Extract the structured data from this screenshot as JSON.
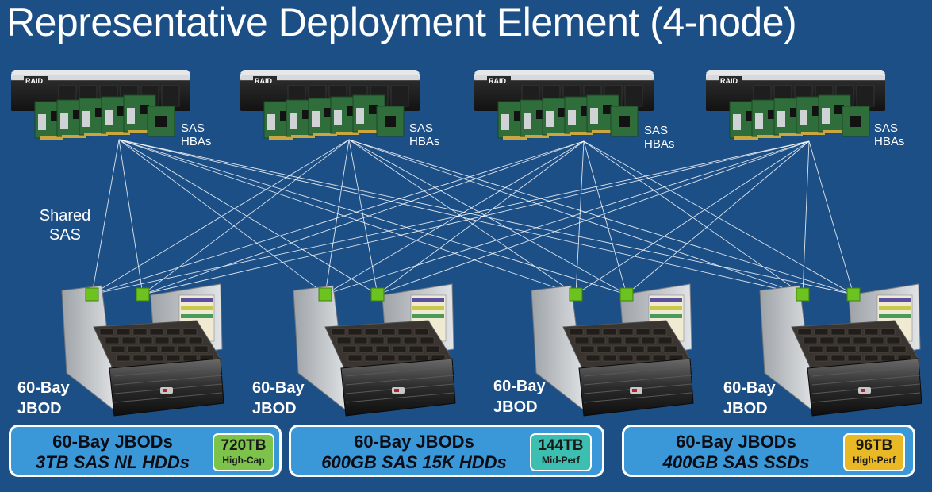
{
  "slide": {
    "title": "Representative Deployment Element (4-node)",
    "shared_label": [
      "Shared",
      "SAS"
    ],
    "hba_label": [
      "SAS",
      "HBAs"
    ],
    "jbod_label": [
      "60-Bay",
      "JBOD"
    ]
  },
  "servers": [
    {
      "brand": "RAID"
    },
    {
      "brand": "RAID"
    },
    {
      "brand": "RAID"
    },
    {
      "brand": "RAID"
    }
  ],
  "tiers": [
    {
      "heading": "60-Bay JBODs",
      "drives": "3TB SAS NL HDDs",
      "capacity": "720TB",
      "tier": "High-Cap",
      "badge_color": "#7dc24b"
    },
    {
      "heading": "60-Bay JBODs",
      "drives": "600GB SAS 15K HDDs",
      "capacity": "144TB",
      "tier": "Mid-Perf",
      "badge_color": "#3cbfb0"
    },
    {
      "heading": "60-Bay JBODs",
      "drives": "400GB SAS SSDs",
      "capacity": "96TB",
      "tier": "High-Perf",
      "badge_color": "#e8b925"
    }
  ],
  "colors": {
    "background": "#1d4f87",
    "port": "#6cc21f",
    "pill": "#3a98d8"
  }
}
